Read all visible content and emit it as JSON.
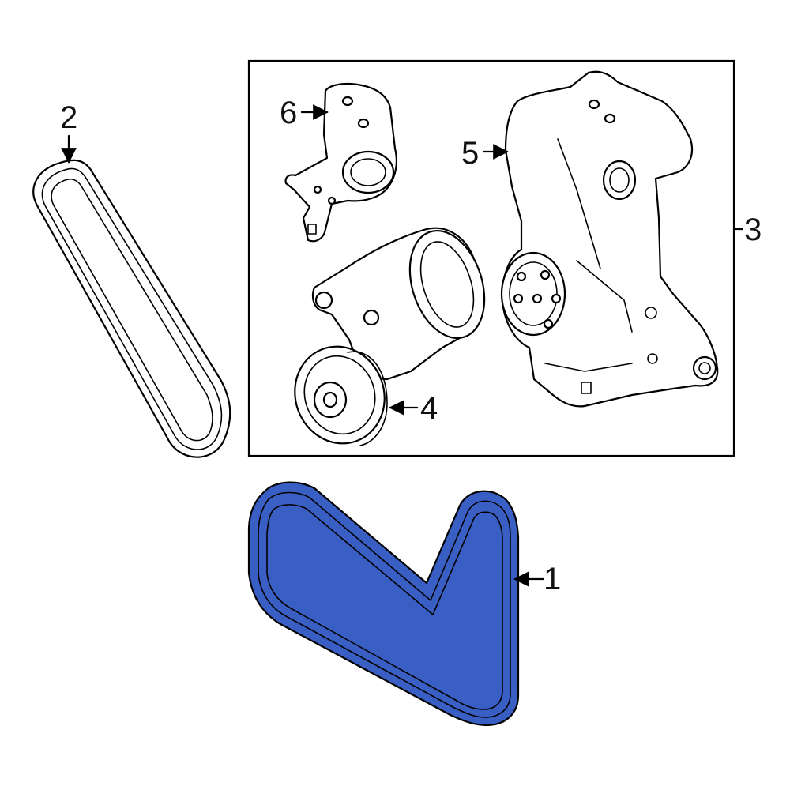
{
  "colors": {
    "highlight_fill": "#3a5fc4",
    "line": "#000000",
    "background": "#ffffff"
  },
  "callouts": {
    "part1": "1",
    "part2": "2",
    "part3": "3",
    "part4": "4",
    "part5": "5",
    "part6": "6"
  }
}
